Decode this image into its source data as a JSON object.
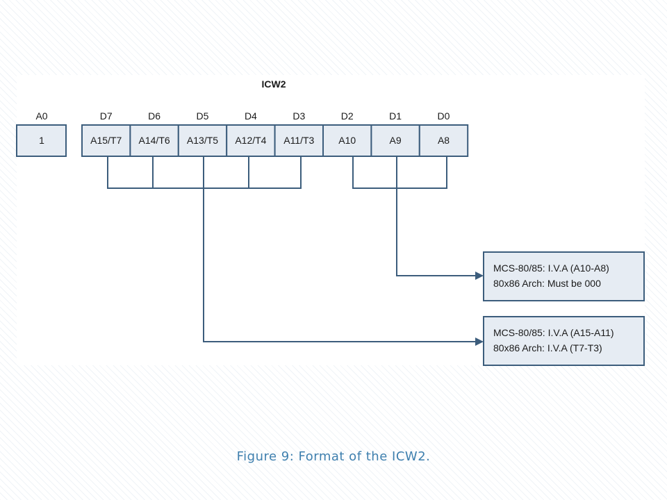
{
  "diagram": {
    "title": "ICW2",
    "a0_header": "A0",
    "a0_value": "1",
    "bit_headers": [
      "D7",
      "D6",
      "D5",
      "D4",
      "D3",
      "D2",
      "D1",
      "D0"
    ],
    "bit_values": [
      "A15/T7",
      "A14/T6",
      "A13/T5",
      "A12/T4",
      "A11/T3",
      "A10",
      "A9",
      "A8"
    ],
    "note_lower_bits": [
      "MCS-80/85: I.V.A (A10-A8)",
      "80x86 Arch: Must be 000"
    ],
    "note_upper_bits": [
      "MCS-80/85: I.V.A (A15-A11)",
      "80x86 Arch: I.V.A (T7-T3)"
    ]
  },
  "caption": "Figure 9: Format of the ICW2.",
  "colors": {
    "box_fill": "#e6ecf3",
    "line": "#3c5d7c",
    "caption": "#3e7fae"
  }
}
